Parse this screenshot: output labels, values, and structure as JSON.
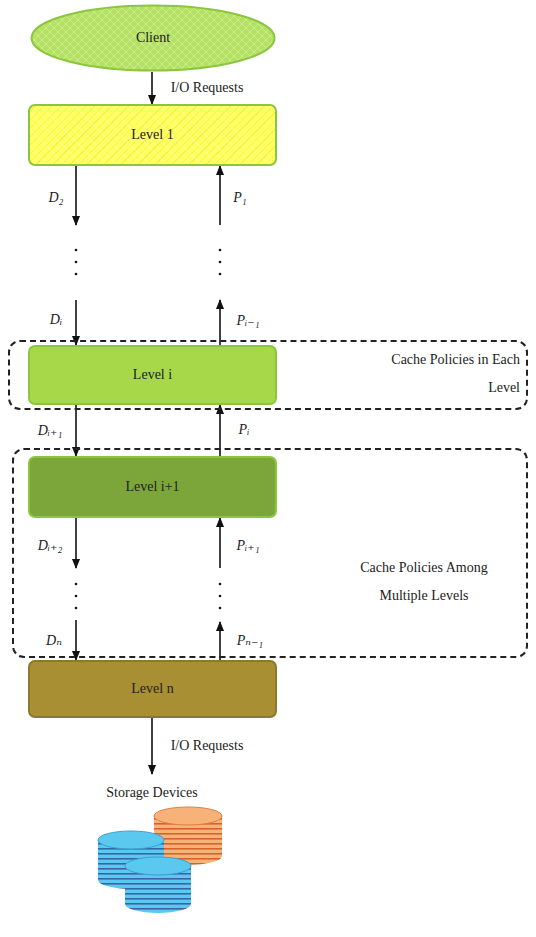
{
  "diagram": {
    "nodes": [
      {
        "text": [
          "Client"
        ]
      },
      {
        "text": [
          "Level 1"
        ]
      },
      {
        "text": [
          "Cache Policies in Each Level"
        ]
      },
      {
        "text": [
          "Level i"
        ],
        "in": 2
      },
      {
        "text": [
          "Cache Policies Among Multiple Levels"
        ]
      },
      {
        "text": [
          "Level i+1"
        ],
        "in": 4
      },
      {
        "text": [
          "Level n"
        ]
      }
    ],
    "edges": [
      {
        "from": 0,
        "to": 1,
        "label": "I/O Requests",
        "arrow": "to"
      },
      {
        "from": 3,
        "to": 5,
        "label": "Dᵢ₊₁",
        "arrow": "to"
      },
      {
        "from": 5,
        "to": 3,
        "label": "Pᵢ",
        "arrow": "to"
      }
    ],
    "labels": [
      "D₂",
      "P₁",
      "Dᵢ",
      "Pᵢ₋₁",
      "Dᵢ₊₂",
      "Pᵢ₊₁",
      "Dₙ",
      "Pₙ₋₁",
      "I/O Requests",
      "Storage Devices"
    ]
  }
}
